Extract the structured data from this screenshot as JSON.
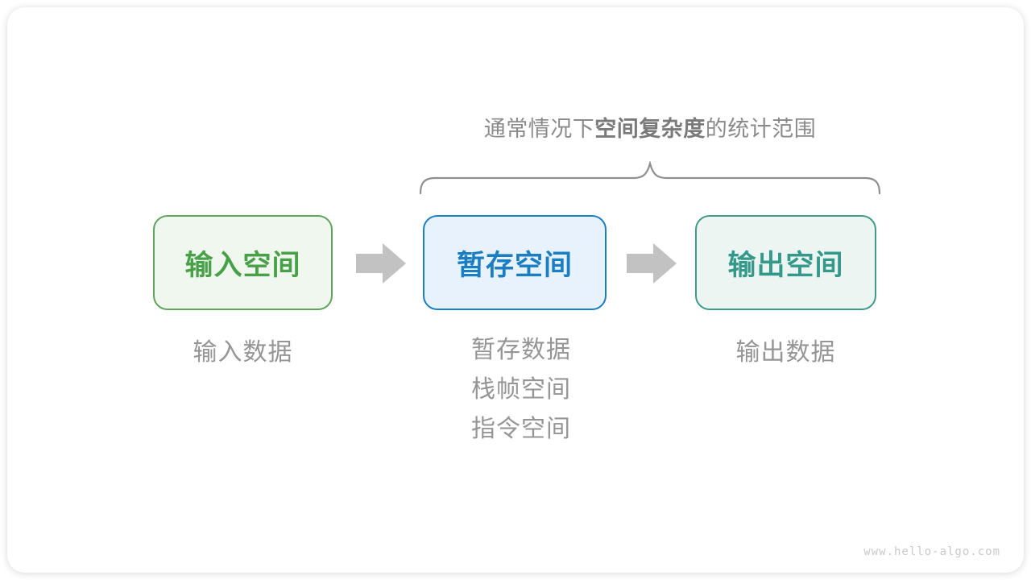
{
  "diagram": {
    "title": {
      "prefix": "通常情况下",
      "emphasis": "空间复杂度",
      "suffix": "的统计范围"
    },
    "boxes": [
      {
        "label": "输入空间",
        "border_color": "#5ea35e",
        "fill_color": "#f0f7ee",
        "text_color": "#48a148"
      },
      {
        "label": "暂存空间",
        "border_color": "#1a7ec3",
        "fill_color": "#e8f2fc",
        "text_color": "#1a7ec3"
      },
      {
        "label": "输出空间",
        "border_color": "#3f9a8b",
        "fill_color": "#ecf5f1",
        "text_color": "#34998a"
      }
    ],
    "annotations": {
      "input": "输入数据",
      "temp": [
        "暂存数据",
        "栈帧空间",
        "指令空间"
      ],
      "output": "输出数据"
    },
    "arrow_color": "#c2c2c2",
    "brace_color": "#8f8f8f",
    "watermark": "www.hello-algo.com"
  }
}
